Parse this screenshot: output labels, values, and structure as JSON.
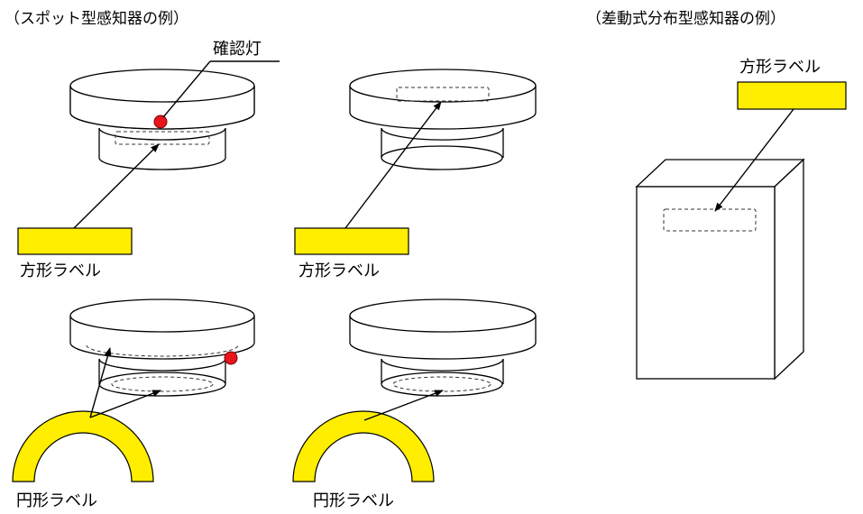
{
  "titles": {
    "spot": "（スポット型感知器の例）",
    "distributed": "（差動式分布型感知器の例）"
  },
  "callouts": {
    "indicator_lamp": "確認灯"
  },
  "labels": {
    "square_1": "方形ラベル",
    "square_2": "方形ラベル",
    "square_3": "方形ラベル",
    "circular_1": "円形ラベル",
    "circular_2": "円形ラベル"
  },
  "colors": {
    "label_yellow": "#ffee00",
    "lamp_red": "#e8141c",
    "line": "#000000"
  }
}
